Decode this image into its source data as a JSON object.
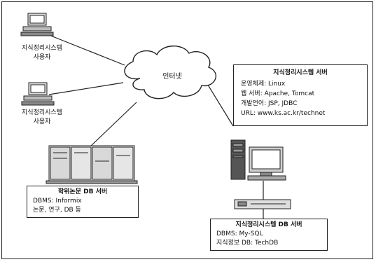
{
  "user_node_1": {
    "line1": "지식정리시스템",
    "line2": "사용자"
  },
  "user_node_2": {
    "line1": "지식정리시스템",
    "line2": "사용자"
  },
  "internet": {
    "label": "인터넷"
  },
  "km_server": {
    "title": "지식정리시스템 서버",
    "os": "운영체제: Linux",
    "web": "웹 서버: Apache, Tomcat",
    "lang": "개발언어: JSP, JDBC",
    "url": "URL: www.ks.ac.kr/technet"
  },
  "academic_db": {
    "title": "학위논문 DB 서버",
    "dbms": "DBMS: Informix",
    "items": "논문, 연구, DB 등"
  },
  "km_db": {
    "title": "지식정리시스템 DB 서버",
    "dbms": "DBMS: My-SQL",
    "info": "지식정보 DB: TechDB"
  }
}
